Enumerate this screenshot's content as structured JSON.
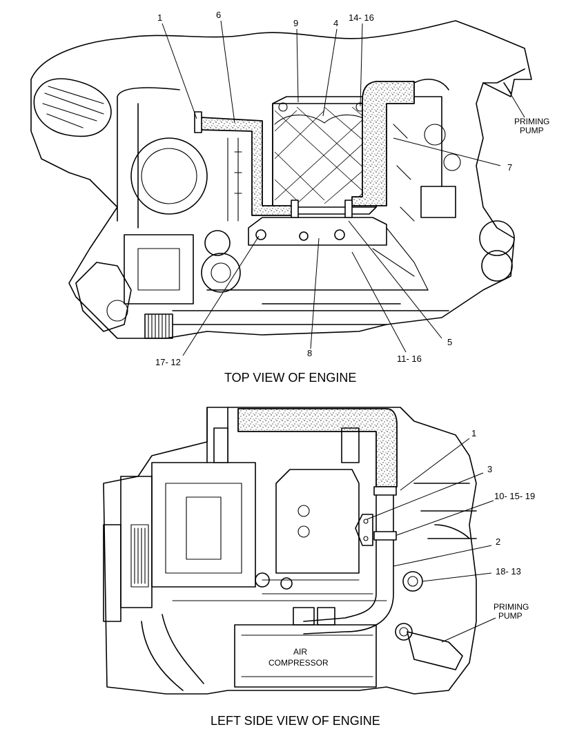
{
  "top_view": {
    "caption": "TOP VIEW OF ENGINE",
    "callouts": [
      "1",
      "6",
      "9",
      "4",
      "14- 16",
      "7",
      "5",
      "11- 16",
      "8",
      "17- 12"
    ],
    "priming_pump_label": [
      "PRIMING",
      "PUMP"
    ]
  },
  "side_view": {
    "caption": "LEFT SIDE VIEW OF ENGINE",
    "callouts": [
      "1",
      "3",
      "10- 15- 19",
      "2",
      "18- 13"
    ],
    "priming_pump_label": [
      "PRIMING",
      "PUMP"
    ],
    "air_compressor_label": [
      "AIR",
      "COMPRESSOR"
    ]
  }
}
